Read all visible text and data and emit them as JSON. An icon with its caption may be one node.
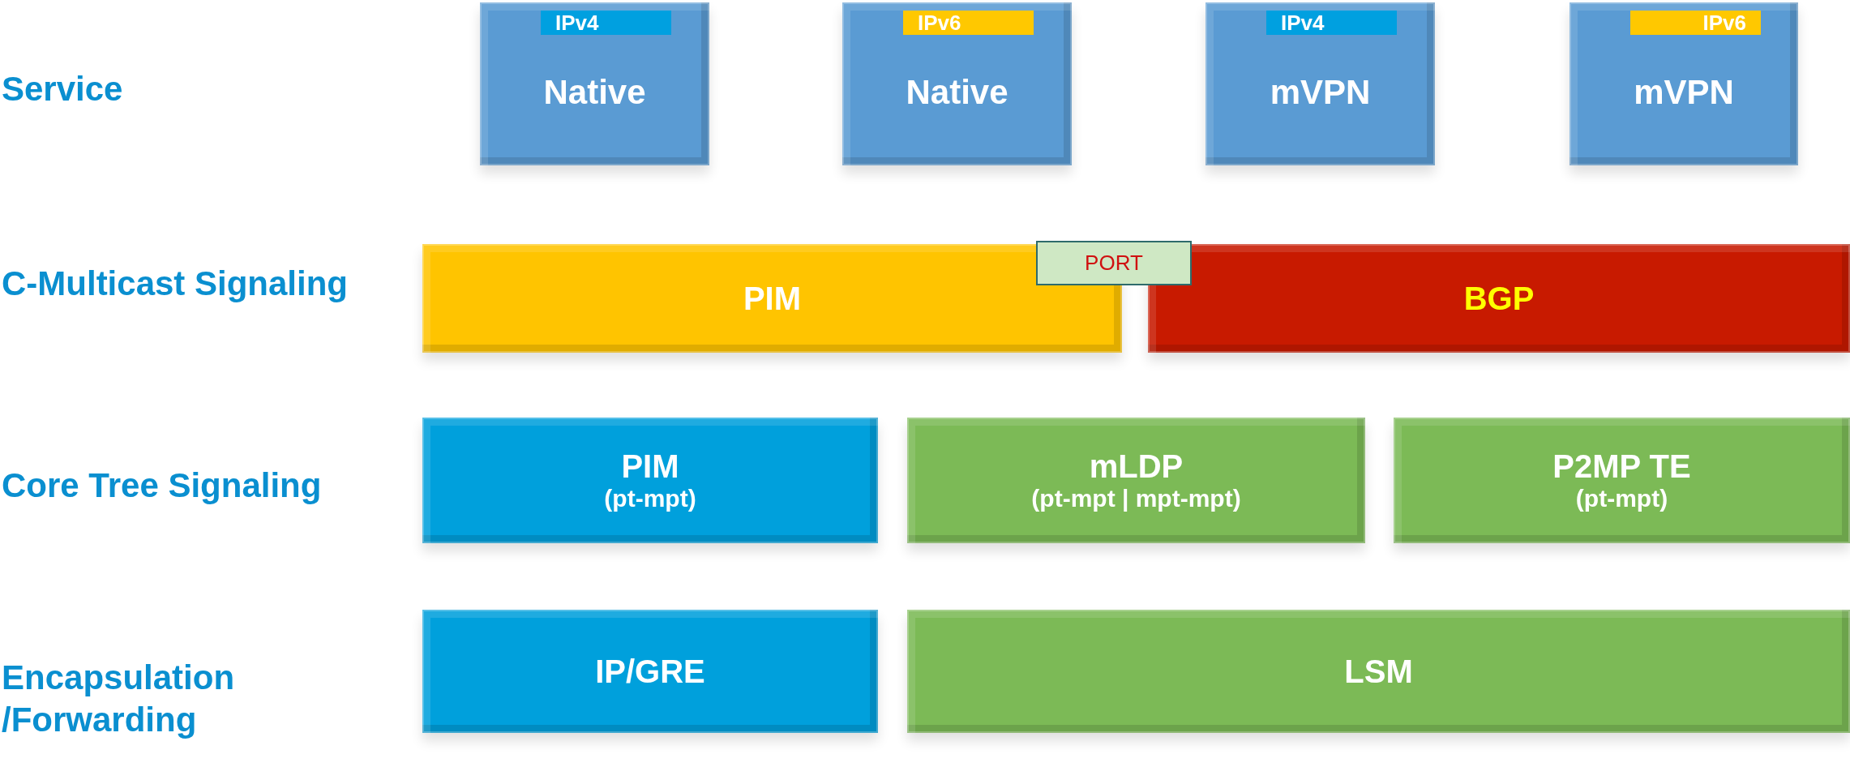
{
  "diagram": {
    "nodes": [
      {
        "text": [
          "IPv4",
          "Native"
        ]
      },
      {
        "text": [
          "IPv6",
          "Native"
        ]
      },
      {
        "text": [
          "IPv4",
          "mVPN"
        ]
      },
      {
        "text": [
          "IPv6",
          "mVPN"
        ]
      },
      {
        "text": [
          "PIM"
        ]
      },
      {
        "text": [
          "PORT"
        ]
      },
      {
        "text": [
          "BGP"
        ]
      },
      {
        "text": [
          "PIM",
          "(pt-mpt)"
        ]
      },
      {
        "text": [
          "mLDP",
          "(pt-mpt | mpt-mpt)"
        ]
      },
      {
        "text": [
          "P2MP TE",
          "(pt-mpt)"
        ]
      },
      {
        "text": [
          "IP/GRE"
        ]
      },
      {
        "text": [
          "LSM"
        ]
      }
    ],
    "labels": [
      "Service",
      "C-Multicast Signaling",
      "Core Tree Signaling",
      "Encapsulation /Forwarding"
    ]
  }
}
